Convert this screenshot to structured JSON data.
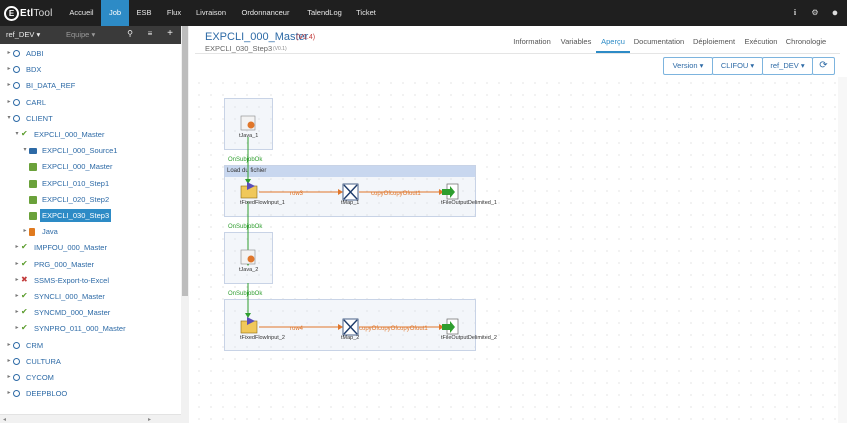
{
  "app": {
    "logo_mark": "E",
    "logo_etl": "Etl",
    "logo_tool": "Tool"
  },
  "nav": {
    "items": [
      {
        "label": "Accueil"
      },
      {
        "label": "Job"
      },
      {
        "label": "ESB"
      },
      {
        "label": "Flux"
      },
      {
        "label": "Livraison"
      },
      {
        "label": "Ordonnanceur"
      },
      {
        "label": "TalendLog"
      },
      {
        "label": "Ticket"
      }
    ],
    "active": "Job",
    "icons": [
      "info-icon",
      "gear-icon",
      "user-icon"
    ],
    "icon_glyphs": {
      "info": "i",
      "gear": "⚙",
      "user": "●"
    }
  },
  "sidebar": {
    "env_value": "ref_DEV",
    "env_caret": "▾",
    "team_placeholder": "Equipe",
    "team_caret": "▾",
    "tool_icons": {
      "search": "⚲",
      "list": "≡",
      "add": "+"
    },
    "tree": [
      {
        "label": "ADBI",
        "level": 0,
        "icon": "group",
        "caret": "▸"
      },
      {
        "label": "BDX",
        "level": 0,
        "icon": "group",
        "caret": "▸"
      },
      {
        "label": "BI_DATA_REF",
        "level": 0,
        "icon": "group",
        "caret": "▸"
      },
      {
        "label": "CARL",
        "level": 0,
        "icon": "group",
        "caret": "▸"
      },
      {
        "label": "CLIENT",
        "level": 0,
        "icon": "group",
        "caret": "▾"
      },
      {
        "label": "EXPCLI_000_Master",
        "level": 1,
        "icon": "check",
        "caret": "▾"
      },
      {
        "label": "EXPCLI_000_Source1",
        "level": 2,
        "icon": "folder",
        "caret": "▾"
      },
      {
        "label": "EXPCLI_000_Master",
        "level": 2,
        "icon": "job",
        "caret": ""
      },
      {
        "label": "EXPCLI_010_Step1",
        "level": 2,
        "icon": "job",
        "caret": ""
      },
      {
        "label": "EXPCLI_020_Step2",
        "level": 2,
        "icon": "job",
        "caret": ""
      },
      {
        "label": "EXPCLI_030_Step3",
        "level": 2,
        "icon": "job",
        "caret": "",
        "selected": true
      },
      {
        "label": "Java",
        "level": 2,
        "icon": "java",
        "caret": "▸"
      },
      {
        "label": "IMPFOU_000_Master",
        "level": 1,
        "icon": "check",
        "caret": "▸"
      },
      {
        "label": "PRG_000_Master",
        "level": 1,
        "icon": "check",
        "caret": "▸"
      },
      {
        "label": "SSMS-Export-to-Excel",
        "level": 1,
        "icon": "red",
        "caret": "▸"
      },
      {
        "label": "SYNCLI_000_Master",
        "level": 1,
        "icon": "check",
        "caret": "▸"
      },
      {
        "label": "SYNCMD_000_Master",
        "level": 1,
        "icon": "check",
        "caret": "▸"
      },
      {
        "label": "SYNPRO_011_000_Master",
        "level": 1,
        "icon": "check",
        "caret": "▸"
      },
      {
        "label": "CRM",
        "level": 0,
        "icon": "group",
        "caret": "▸"
      },
      {
        "label": "CULTURA",
        "level": 0,
        "icon": "group",
        "caret": "▸"
      },
      {
        "label": "CYCOM",
        "level": 0,
        "icon": "group",
        "caret": "▸"
      },
      {
        "label": "DEEPBLOO",
        "level": 0,
        "icon": "group",
        "caret": "▸"
      }
    ],
    "scroll_left": "◂",
    "scroll_right": "▸"
  },
  "header": {
    "title": "EXPCLI_000_Master",
    "version": "(V1.4)",
    "subtitle": "EXPCLI_030_Step3",
    "sub_version": "(V0.1)"
  },
  "tabs": [
    {
      "label": "Information"
    },
    {
      "label": "Variables"
    },
    {
      "label": "Aperçu",
      "active": true
    },
    {
      "label": "Documentation"
    },
    {
      "label": "Déploiement"
    },
    {
      "label": "Exécution"
    },
    {
      "label": "Chronologie"
    }
  ],
  "toolbar": {
    "version_btn": "Version ▾",
    "user_btn": "CLIFOU ▾",
    "env_btn": "ref_DEV ▾",
    "refresh_glyph": "⟳"
  },
  "flow": {
    "subjob_header": "Load du fichier",
    "components": {
      "tjava1": "tJava_1",
      "tfixed1": "tFixedFlowInput_1",
      "tmap1": "tMap_1",
      "tfileout1": "tFileOutputDelimited_1",
      "tjava2": "tJava_2",
      "tfixed2": "tFixedFlowInput_2",
      "tmap2": "tMap_2",
      "tfileout2": "tFileOutputDelimited_2"
    },
    "links": {
      "onsubjob1": "OnSubjobOk",
      "onsubjob2": "OnSubjobOk",
      "onsubjob3": "OnSubjobOk",
      "row3": "row3",
      "copy1": "copyOfcopyOfout1",
      "row4": "row4",
      "copy2": "copyOfcopyOfcopyOfout1"
    }
  }
}
